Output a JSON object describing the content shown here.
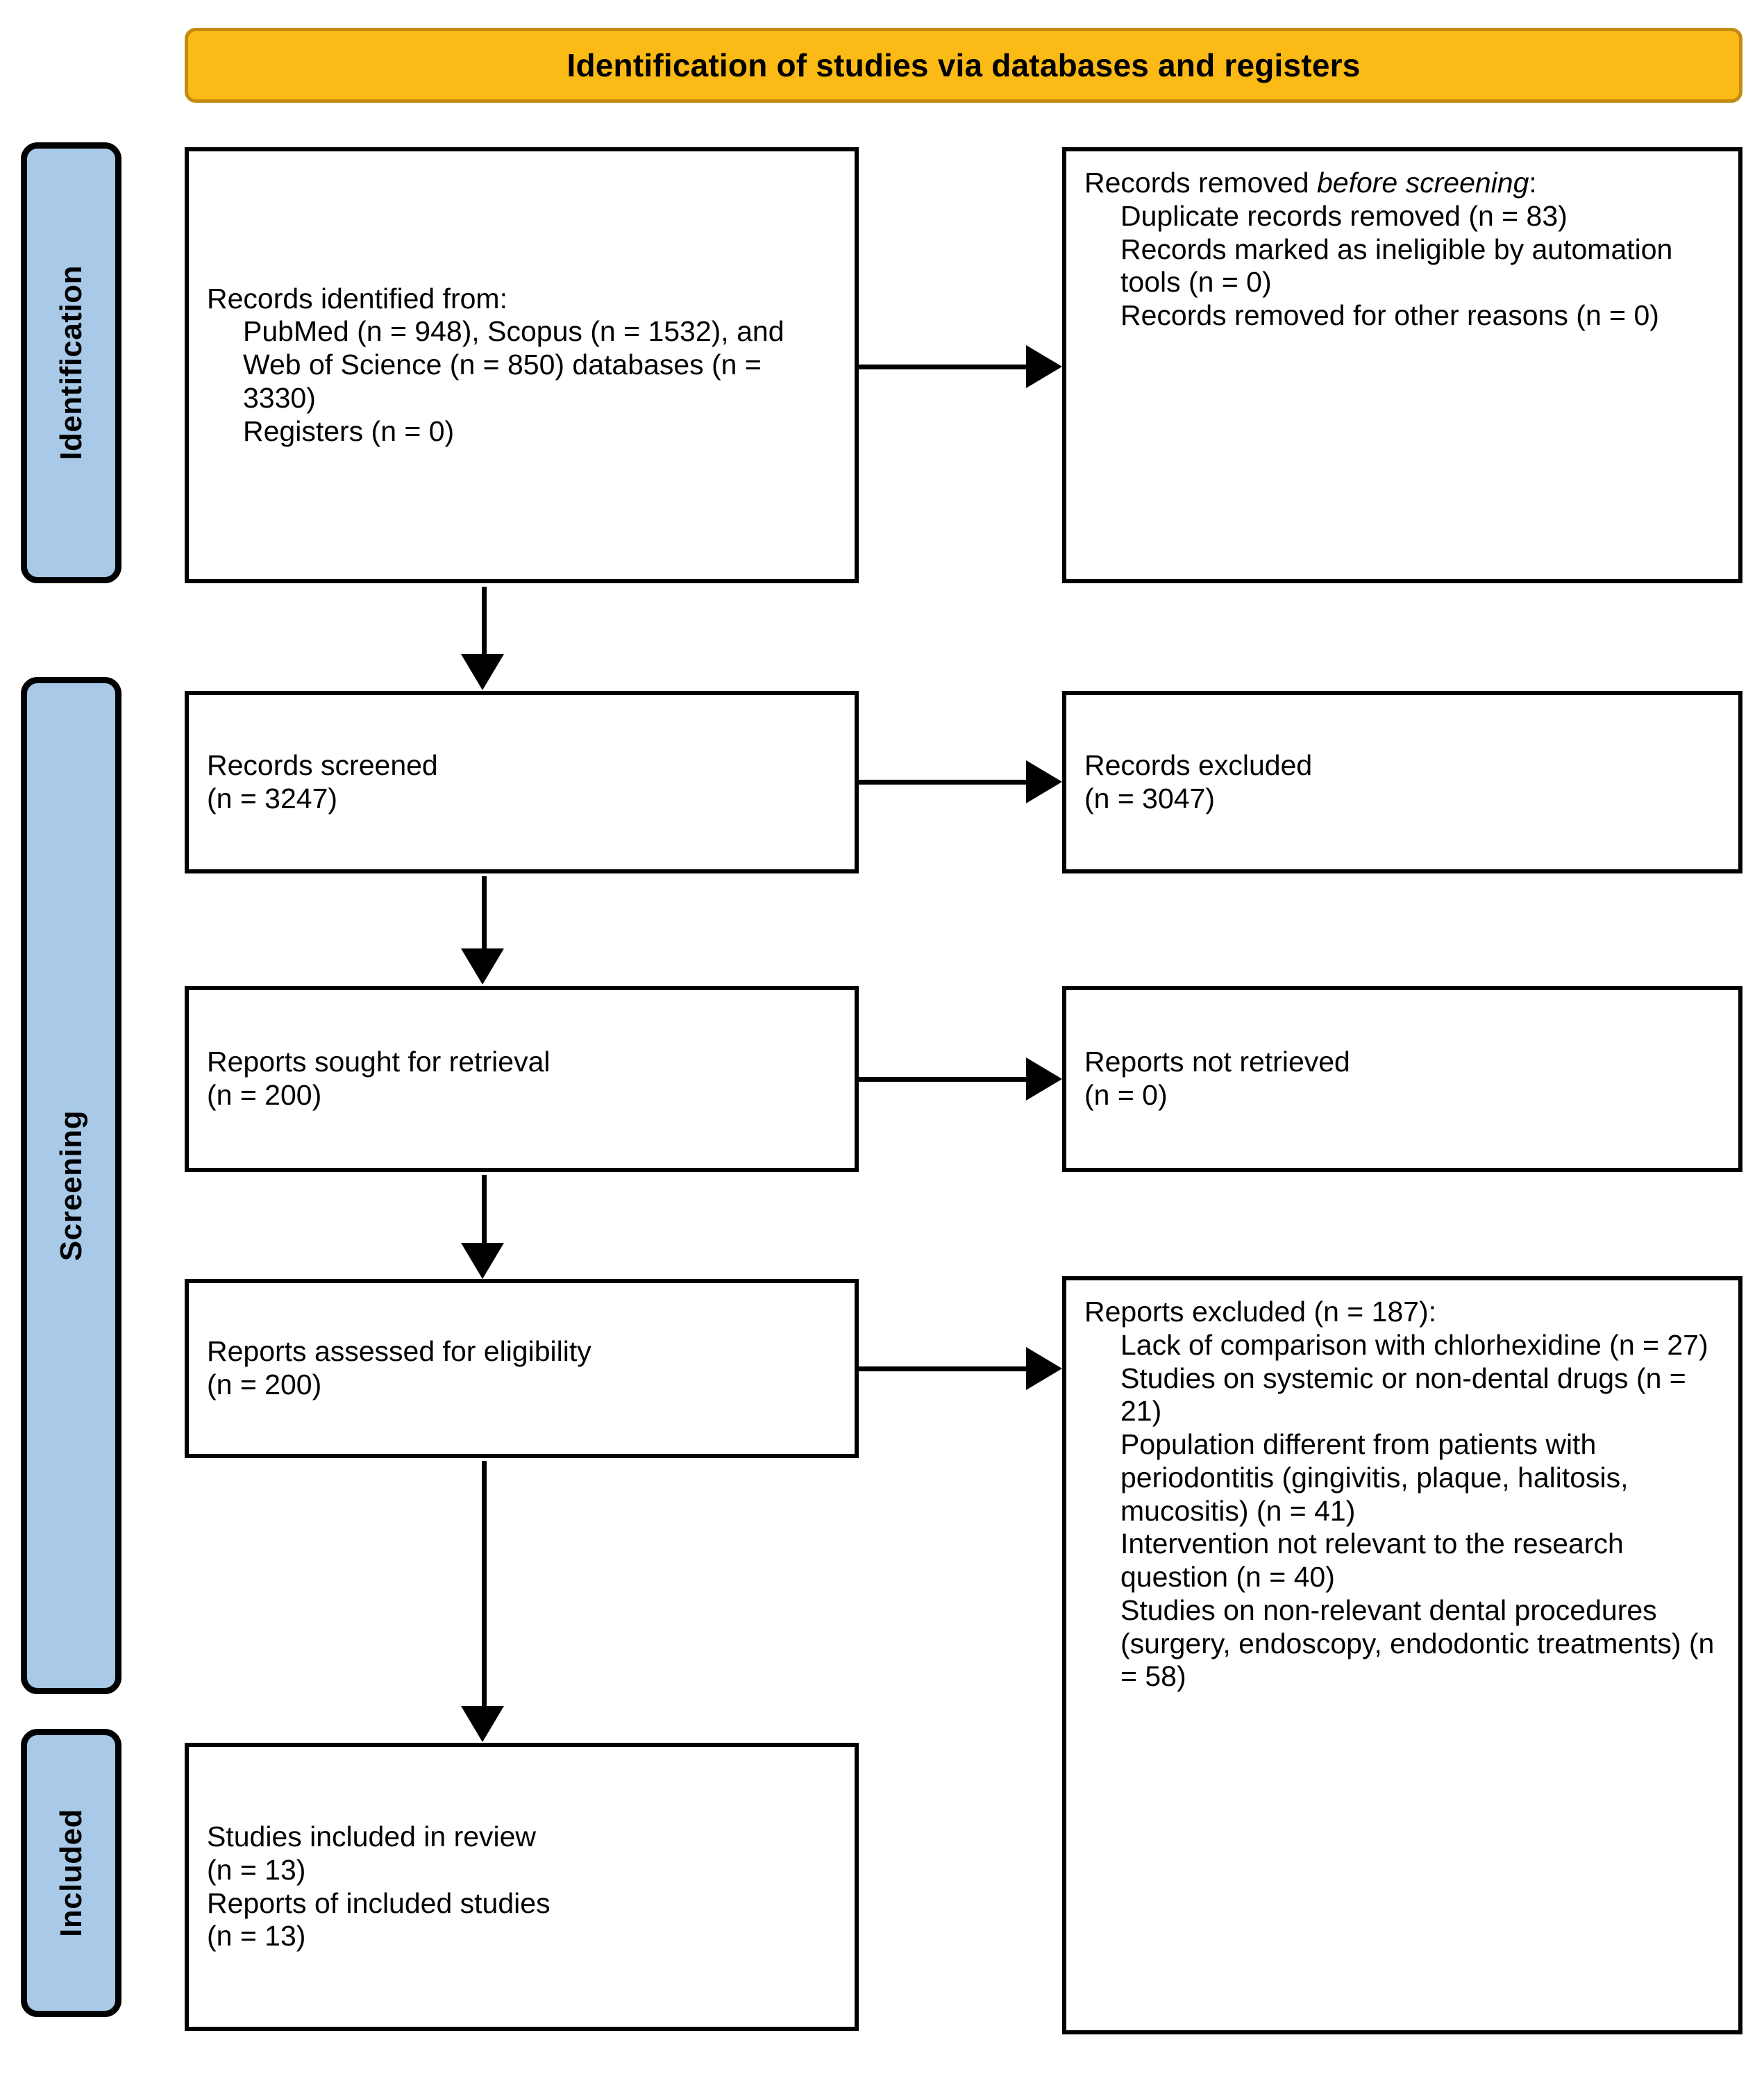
{
  "banner": {
    "title": "Identification of studies via databases and registers",
    "fill_color": "#FBBA16",
    "border_color": "#C28C10"
  },
  "stages": {
    "fill_color": "#A8CAE8",
    "items": [
      {
        "label": "Identification"
      },
      {
        "label": "Screening"
      },
      {
        "label": "Included"
      }
    ]
  },
  "boxes": {
    "identified": {
      "line1": "Records identified from:",
      "line2": "PubMed (n = 948), Scopus (n = 1532), and Web of Science (n = 850) databases (n = 3330)",
      "line3": "Registers (n = 0)"
    },
    "removed": {
      "line1": "Records removed ",
      "line1_italic": "before screening",
      "line1_end": ":",
      "line2": "Duplicate records removed (n = 83)",
      "line3": "Records marked as ineligible by automation tools (n = 0)",
      "line4": "Records removed for other reasons (n = 0)"
    },
    "screened": {
      "line1": "Records screened",
      "line2": "(n = 3247)"
    },
    "excluded_screen": {
      "line1": "Records excluded",
      "line2": "(n = 3047)"
    },
    "sought": {
      "line1": "Reports sought for retrieval",
      "line2": "(n = 200)"
    },
    "not_retrieved": {
      "line1": "Reports not retrieved",
      "line2": "(n = 0)"
    },
    "assessed": {
      "line1": "Reports assessed for eligibility",
      "line2": "(n = 200)"
    },
    "reports_excluded": {
      "heading": "Reports excluded (n = 187):",
      "reason1": "Lack of comparison with chlorhexidine (n = 27)",
      "reason2": "Studies on systemic or non-dental drugs (n = 21)",
      "reason3": "Population different from patients with periodontitis (gingivitis, plaque, halitosis, mucositis) (n = 41)",
      "reason4": "Intervention not relevant to the research question (n = 40)",
      "reason5": "Studies on non-relevant dental procedures (surgery, endoscopy, endodontic treatments) (n = 58)"
    },
    "included": {
      "line1": "Studies included in review",
      "line2": "(n = 13)",
      "line3": "Reports of included studies",
      "line4": "(n = 13)"
    }
  },
  "chart_data": {
    "type": "table",
    "title": "PRISMA 2020 flow diagram: Identification of studies via databases and registers",
    "stages": [
      "Identification",
      "Screening",
      "Included"
    ],
    "counts": {
      "pubmed": 948,
      "scopus": 1532,
      "web_of_science": 850,
      "databases_total": 3330,
      "registers": 0,
      "duplicates_removed": 83,
      "ineligible_by_automation": 0,
      "removed_other_reasons": 0,
      "records_screened": 3247,
      "records_excluded": 3047,
      "reports_sought": 200,
      "reports_not_retrieved": 0,
      "reports_assessed": 200,
      "reports_excluded_total": 187,
      "excl_lack_of_comparison_chlorhexidine": 27,
      "excl_systemic_or_nondental_drugs": 21,
      "excl_population_different": 41,
      "excl_intervention_not_relevant": 40,
      "excl_nonrelevant_dental_procedures": 58,
      "studies_included": 13,
      "reports_of_included_studies": 13
    }
  }
}
